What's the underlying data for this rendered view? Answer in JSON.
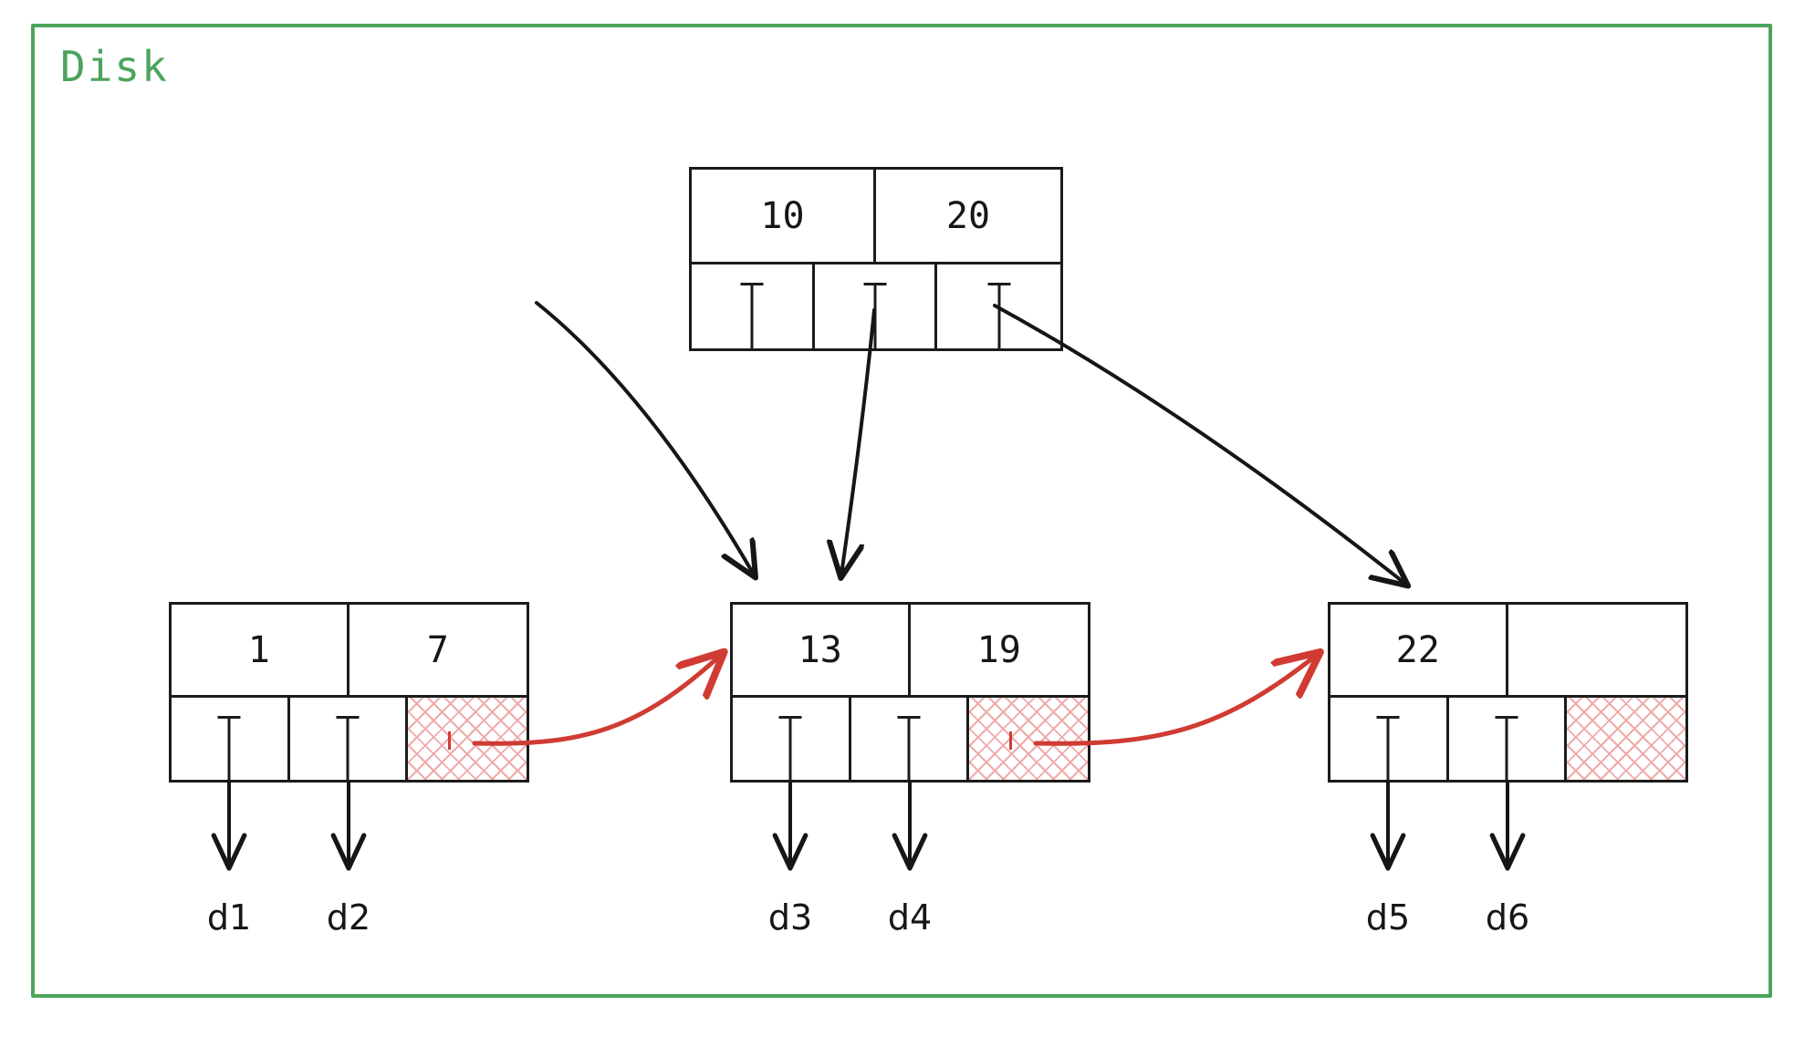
{
  "container": {
    "label": "Disk",
    "border_color": "#4ca45c",
    "label_color": "#4ca45c"
  },
  "colors": {
    "node_stroke": "#1b1b1b",
    "arrow_black": "#161616",
    "arrow_red": "#d03b33",
    "hatch_pink": "#f0aaaa",
    "green": "#4ca45c"
  },
  "tree": {
    "type": "b-plus-tree",
    "root": {
      "name": "root-node",
      "keys": [
        "10",
        "20"
      ],
      "pointer_cells": 3,
      "pointers": [
        "child-left",
        "child-middle",
        "child-right"
      ]
    },
    "leaves": [
      {
        "name": "leaf-node-left",
        "keys": [
          "1",
          "7"
        ],
        "pointer_cells": 3,
        "next_pointer_hatched": true,
        "data_labels": [
          "d1",
          "d2"
        ],
        "has_sibling_link": true
      },
      {
        "name": "leaf-node-middle",
        "keys": [
          "13",
          "19"
        ],
        "pointer_cells": 3,
        "next_pointer_hatched": true,
        "data_labels": [
          "d3",
          "d4"
        ],
        "has_sibling_link": true
      },
      {
        "name": "leaf-node-right",
        "keys": [
          "22",
          ""
        ],
        "pointer_cells": 3,
        "next_pointer_hatched": true,
        "data_labels": [
          "d5",
          "d6"
        ],
        "has_sibling_link": false
      }
    ]
  },
  "data_labels": {
    "d1": "d1",
    "d2": "d2",
    "d3": "d3",
    "d4": "d4",
    "d5": "d5",
    "d6": "d6"
  }
}
